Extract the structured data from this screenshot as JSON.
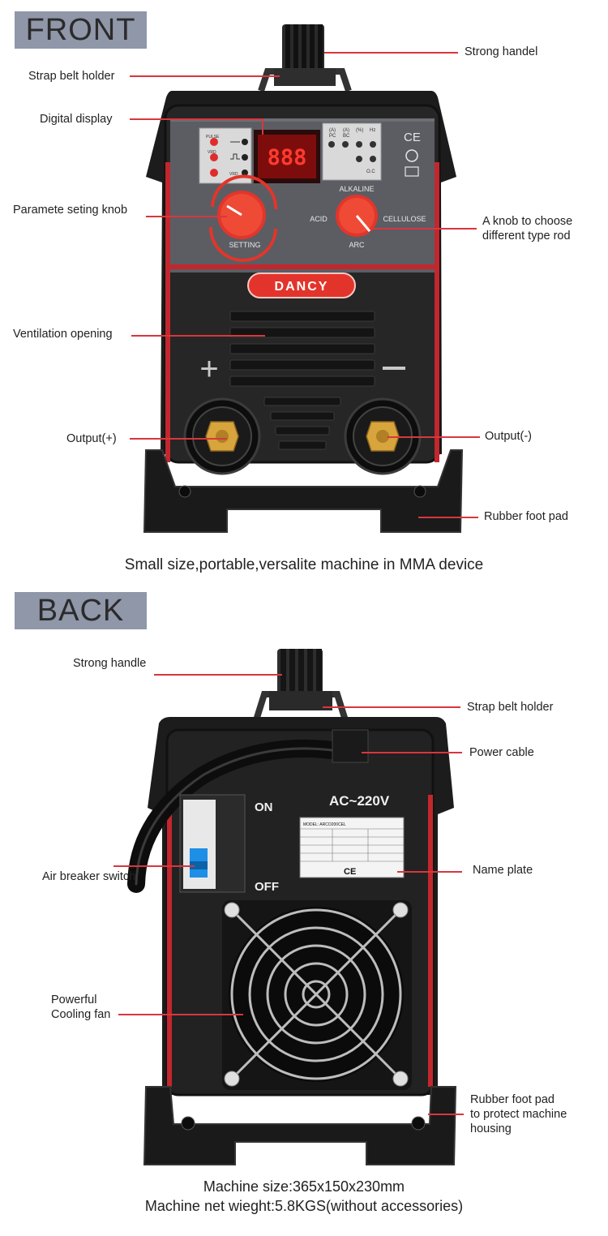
{
  "front": {
    "tag": "FRONT",
    "labels": {
      "strong_handle": "Strong handel",
      "strap_belt_holder": "Strap belt holder",
      "digital_display": "Digital display",
      "setting_knob": "Paramete seting knob",
      "rod_knob_line1": "A knob to choose",
      "rod_knob_line2": "different  type rod",
      "ventilation": "Ventilation opening",
      "output_plus": "Output(+)",
      "output_minus": "Output(-)",
      "rubber_foot": "Rubber foot pad"
    },
    "panel": {
      "display_value": "888",
      "pulse": "PULSE",
      "vrd": "VRD",
      "vrd2": "VRD",
      "pc": "(A)\nPC",
      "bc": "(A)\nBC",
      "percent": "(%)",
      "hz": "Hz",
      "oc": "O.C",
      "ce": "CE",
      "alkaline": "ALKALINE",
      "acid": "ACID",
      "cellulose": "CELLULOSE",
      "setting": "SETTING",
      "arc": "ARC",
      "brand": "DANCY"
    },
    "caption": "Small size,portable,versalite machine in MMA device"
  },
  "back": {
    "tag": "BACK",
    "labels": {
      "strong_handle": "Strong handle",
      "strap_belt_holder": "Strap belt holder",
      "power_cable": "Power cable",
      "air_breaker": "Air breaker switch",
      "name_plate": "Name plate",
      "cooling_fan_line1": "Powerful",
      "cooling_fan_line2": "Cooling fan",
      "rubber_foot_line1": "Rubber foot pad",
      "rubber_foot_line2": "to protect machine",
      "rubber_foot_line3": "housing"
    },
    "panel": {
      "on": "ON",
      "off": "OFF",
      "voltage": "AC~220V",
      "plate_model": "MODEL:  ARCO200CEL",
      "plate_ce": "CE"
    },
    "caption_line1": "Machine size:365x150x230mm",
    "caption_line2": "Machine net wieght:5.8KGS(without accessories)"
  },
  "colors": {
    "accent_red": "#d9363e",
    "tag_bg": "#8f97a9",
    "body_black": "#1c1c1c",
    "panel_grey": "#5b5d63",
    "knob_red": "#e2352b"
  }
}
